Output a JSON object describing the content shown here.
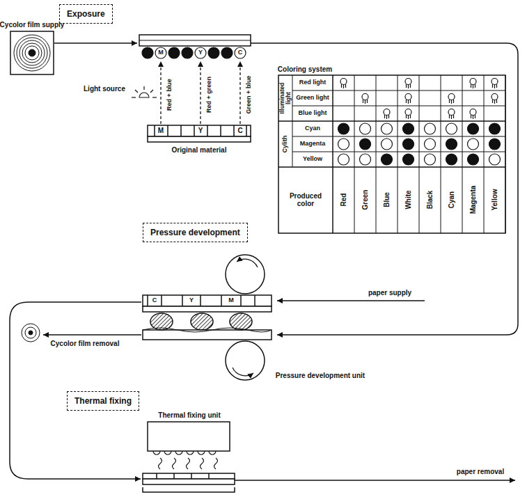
{
  "diagram": {
    "nodes": [
      {
        "text": [
          "Exposure"
        ]
      },
      {
        "text": [
          "Pressure development"
        ]
      },
      {
        "text": [
          "Thermal fixing"
        ]
      }
    ],
    "labels": [
      "Cycolor film supply",
      "M",
      "Y",
      "C",
      "Light source",
      "Red + blue",
      "Red + green",
      "Green + blue",
      "M",
      "Y",
      "C",
      "Original material",
      "Coloring system",
      "Illuminated light",
      "Red light",
      "Green light",
      "Blue light",
      "Cylith",
      "Cyan",
      "Magenta",
      "Yellow",
      "Produced color",
      "Red",
      "Green",
      "Blue",
      "White",
      "Black",
      "Cyan",
      "Magenta",
      "Yellow",
      "paper supply",
      "C",
      "Y",
      "M",
      "Cycolor film removal",
      "Pressure development unit",
      "Thermal fixing unit",
      "paper removal"
    ]
  }
}
